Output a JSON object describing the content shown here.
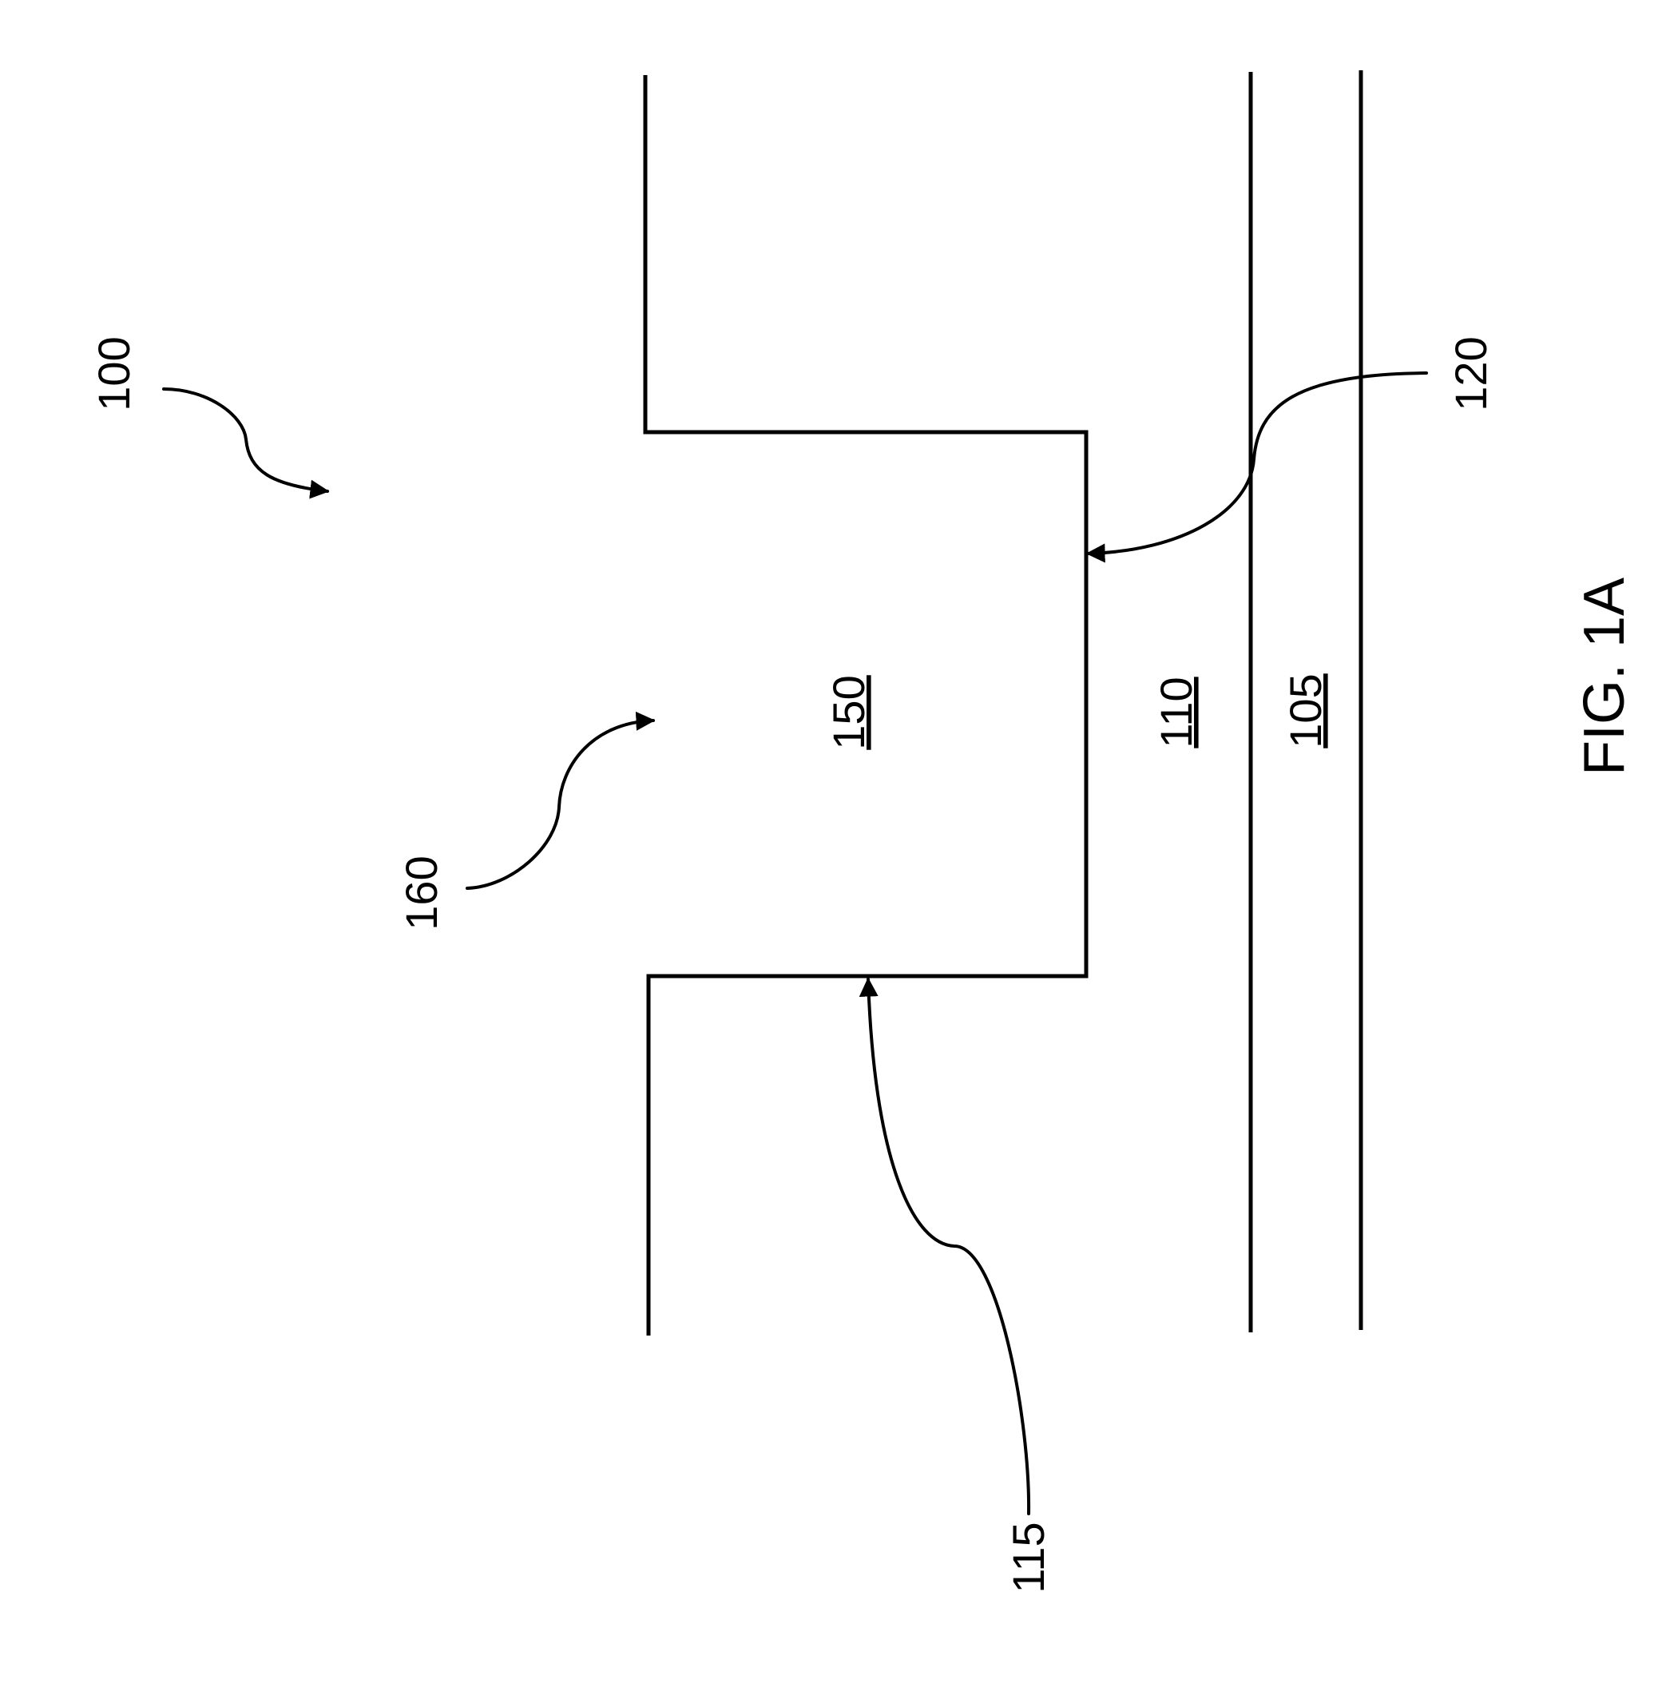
{
  "figure": {
    "caption": "FIG. 1A",
    "reference_labels": {
      "device": "100",
      "top_surface": "115",
      "trench_bottom": "120",
      "trench": "160"
    },
    "region_labels": {
      "trench_region": "150",
      "upper_layer": "110",
      "lower_layer": "105"
    }
  }
}
